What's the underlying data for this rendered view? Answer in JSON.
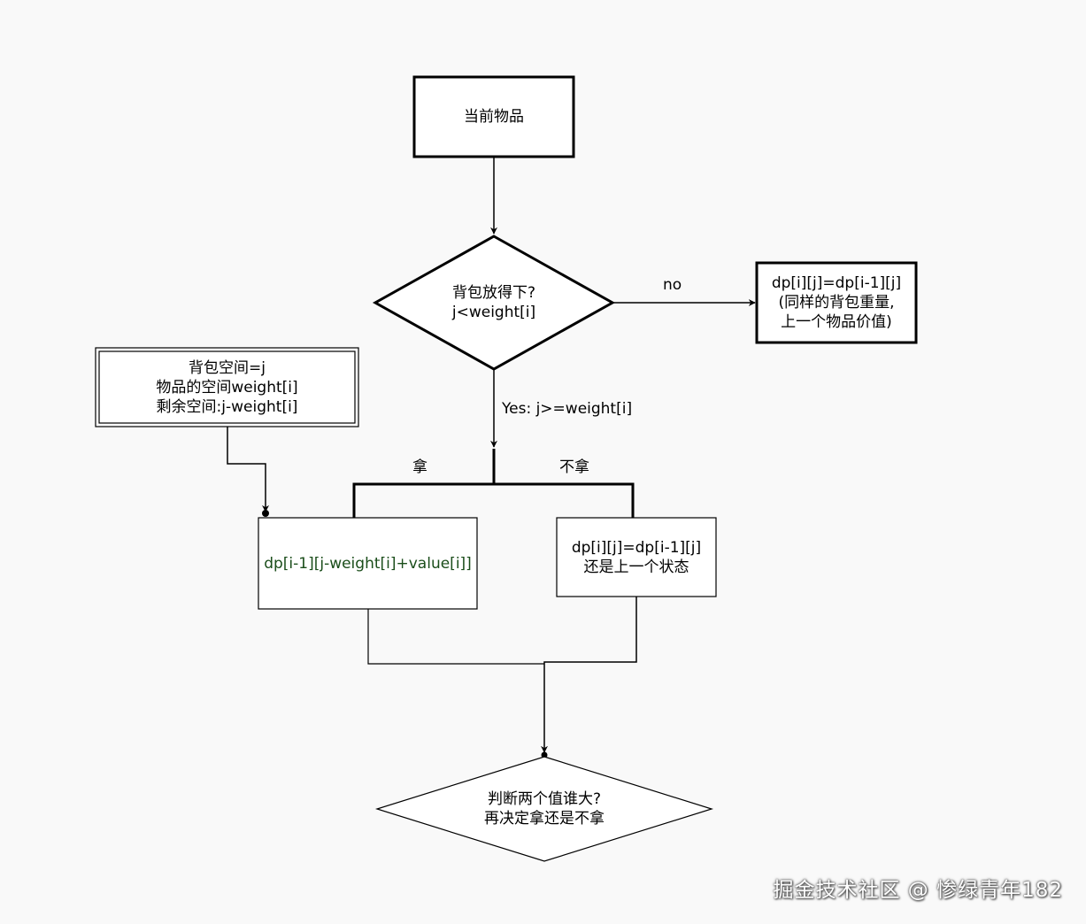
{
  "nodes": {
    "current_item": {
      "text": "当前物品"
    },
    "fits_decision": {
      "line1": "背包放得下?",
      "line2": "j<weight[i]"
    },
    "no_result": {
      "line1": "dp[i][j]=dp[i-1][j]",
      "line2": "(同样的背包重量,",
      "line3": "上一个物品价值)"
    },
    "info_box": {
      "line1": "背包空间=j",
      "line2": "物品的空间weight[i]",
      "line3": "剩余空间:j-weight[i]"
    },
    "take_box": {
      "text": "dp[i-1][j-weight[i]+value[i]]"
    },
    "not_take_box": {
      "line1": "dp[i][j]=dp[i-1][j]",
      "line2": "还是上一个状态"
    },
    "final_decision": {
      "line1": "判断两个值谁大?",
      "line2": "再决定拿还是不拿"
    }
  },
  "edges": {
    "no_label": "no",
    "yes_label": "Yes:  j>=weight[i]",
    "take_label": "拿",
    "not_take_label": "不拿"
  },
  "watermark": "掘金技术社区 @ 惨绿青年182",
  "colors": {
    "background": "#f9f9f9",
    "stroke": "#000000",
    "fill": "#ffffff"
  }
}
